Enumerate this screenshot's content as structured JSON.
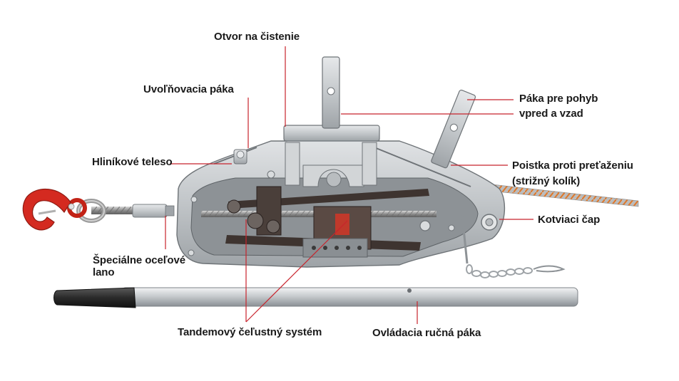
{
  "labels": {
    "cleaning_hole": "Otvor na čistenie",
    "release_lever": "Uvoľňovacia páka",
    "aluminium_body": "Hliníkové teleso",
    "lever_line1": "Páka  pre pohyb",
    "lever_line2": "vpred a vzad",
    "overload_line1": "Poistka proti preťaženiu",
    "overload_line2": "(strižný kolík)",
    "anchor_pin": "Kotviaci čap",
    "rope_line1": "Špeciálne oceľové",
    "rope_line2": "lano",
    "jaw_system": "Tandemový čeľustný systém",
    "handle": "Ovládacia ručná páka"
  },
  "colors": {
    "leader": "#c8232c",
    "hook": "#d42a20",
    "rope_orange": "#e0782a",
    "aluminium": "#c9ccce"
  }
}
